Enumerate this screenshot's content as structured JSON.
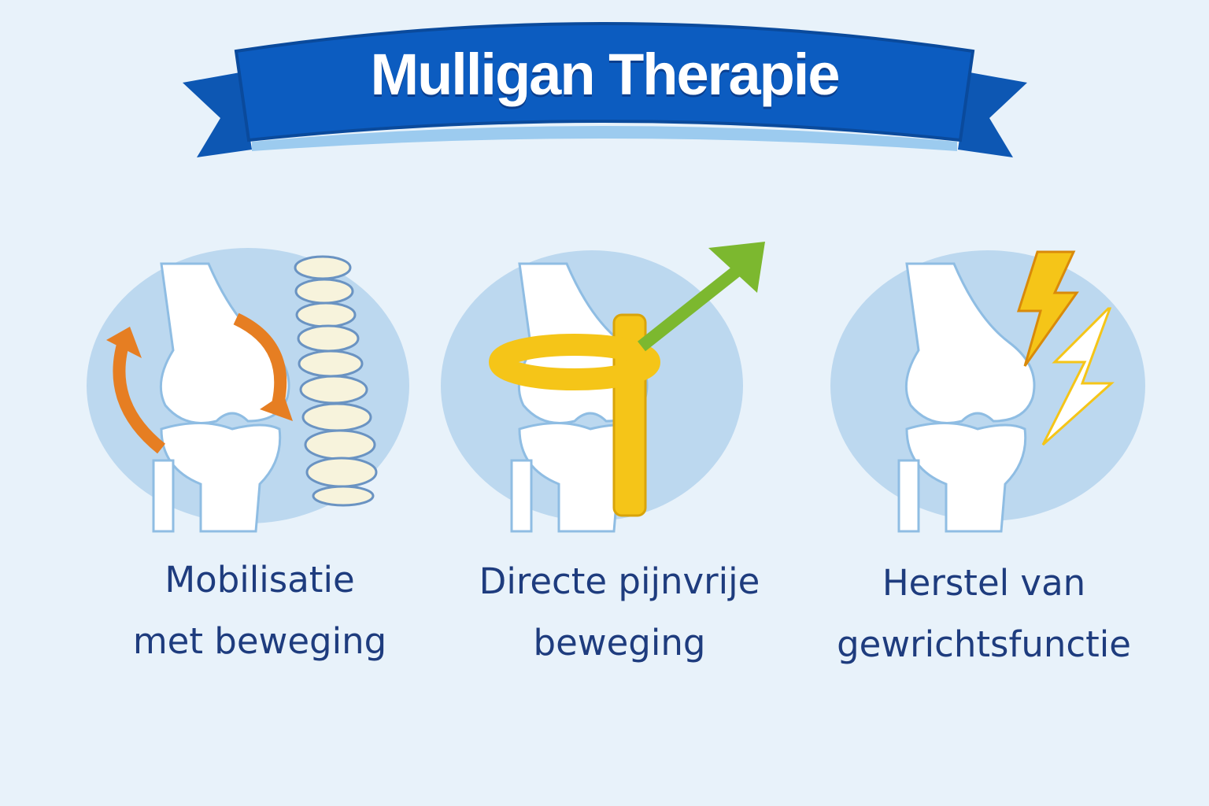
{
  "banner": {
    "title": "Mulligan Therapie",
    "color": "#0c5cc0"
  },
  "panels": [
    {
      "icon": "knee-spine-rotation-icon",
      "line1": "Mobilisatie",
      "line2": "met beweging"
    },
    {
      "icon": "knee-strap-arrow-icon",
      "line1": "Directe pijnvrije",
      "line2": "beweging"
    },
    {
      "icon": "knee-lightning-icon",
      "line1": "Herstel van",
      "line2": "gewrichtsfunctie"
    }
  ],
  "colors": {
    "text": "#1e3c7e",
    "circle": "#bcd8ef",
    "arrow_orange": "#e67e22",
    "arrow_green": "#7cb82f",
    "strap": "#f5c518",
    "bolt": "#f5c518"
  }
}
